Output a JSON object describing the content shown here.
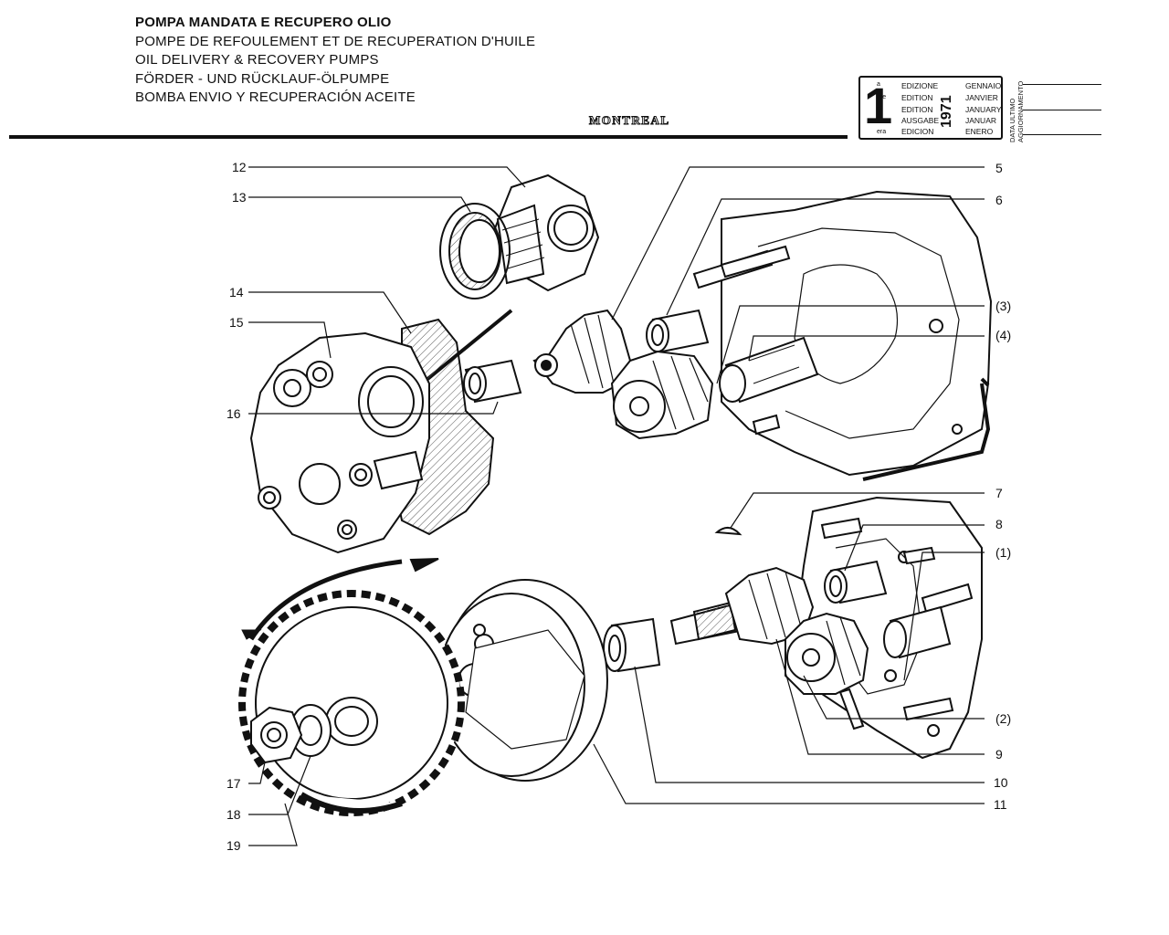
{
  "header": {
    "titles": [
      "POMPA MANDATA E RECUPERO OLIO",
      "POMPE DE REFOULEMENT ET DE RECUPERATION D'HUILE",
      "OIL DELIVERY & RECOVERY PUMPS",
      "FÖRDER - UND RÜCKLAUF-ÖLPUMPE",
      "BOMBA ENVIO Y RECUPERACIÓN ACEITE"
    ],
    "brand": "MONTREAL"
  },
  "edition": {
    "number": "1",
    "superscripts": [
      "a",
      "ere",
      "st",
      ".",
      "era"
    ],
    "languages": [
      "EDIZIONE",
      "EDITION",
      "EDITION",
      "AUSGABE",
      "EDICION"
    ],
    "year": "1971",
    "months": [
      "GENNAIO",
      "JANVIER",
      "JANUARY",
      "JANUAR",
      "ENERO"
    ],
    "update_label_1": "DATA ULTIMO",
    "update_label_2": "AGGIORNAMENTO"
  },
  "callouts": {
    "c12": "12",
    "c13": "13",
    "c14": "14",
    "c15": "15",
    "c16": "16",
    "c5": "5",
    "c6": "6",
    "c3": "(3)",
    "c4": "(4)",
    "c7": "7",
    "c8": "8",
    "c1": "(1)",
    "c2": "(2)",
    "c9": "9",
    "c10": "10",
    "c11": "11",
    "c17": "17",
    "c18": "18",
    "c19": "19"
  },
  "colors": {
    "ink": "#111111",
    "paper": "#ffffff",
    "hatch": "#555555"
  }
}
